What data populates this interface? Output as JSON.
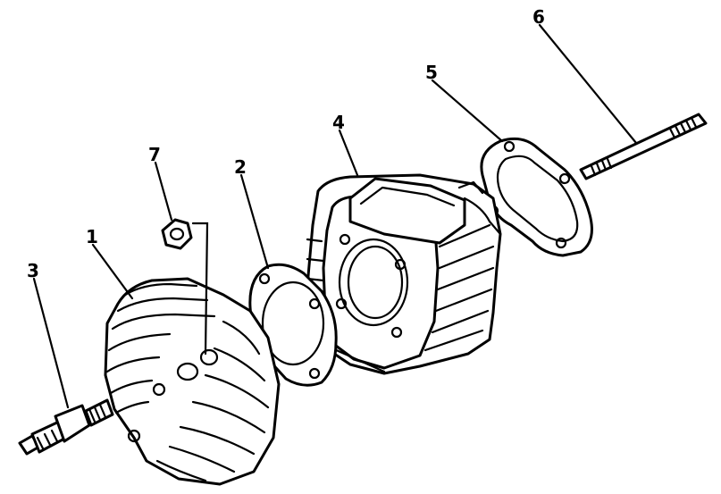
{
  "diagram": {
    "callouts": [
      {
        "id": "1",
        "label": "1"
      },
      {
        "id": "2",
        "label": "2"
      },
      {
        "id": "3",
        "label": "3"
      },
      {
        "id": "4",
        "label": "4"
      },
      {
        "id": "5",
        "label": "5"
      },
      {
        "id": "6",
        "label": "6"
      },
      {
        "id": "7",
        "label": "7"
      }
    ],
    "parts": [
      {
        "callout": "1",
        "icon": "cylinder-head"
      },
      {
        "callout": "2",
        "icon": "head-gasket"
      },
      {
        "callout": "3",
        "icon": "spark-plug"
      },
      {
        "callout": "4",
        "icon": "cylinder"
      },
      {
        "callout": "5",
        "icon": "base-gasket"
      },
      {
        "callout": "6",
        "icon": "stud-bolt"
      },
      {
        "callout": "7",
        "icon": "nut"
      }
    ],
    "colors": {
      "line": "#000000",
      "background": "#ffffff"
    }
  }
}
